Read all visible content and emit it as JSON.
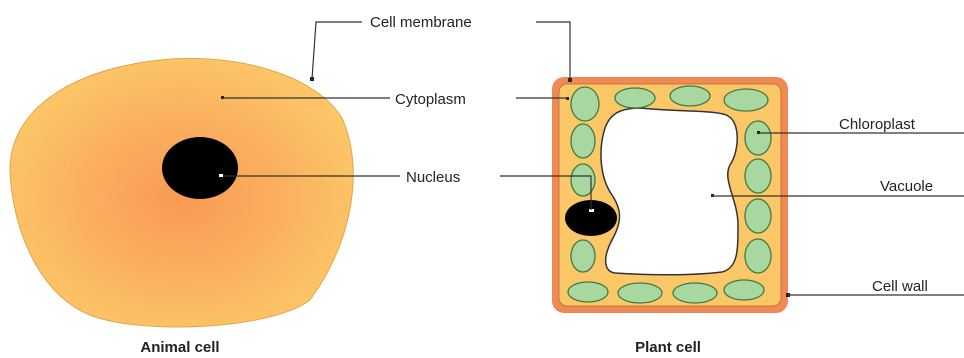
{
  "labels": {
    "cell_membrane": "Cell membrane",
    "cytoplasm": "Cytoplasm",
    "nucleus": "Nucleus",
    "chloroplast": "Chloroplast",
    "vacuole": "Vacuole",
    "cell_wall": "Cell wall"
  },
  "captions": {
    "animal": "Animal cell",
    "plant": "Plant cell"
  },
  "colors": {
    "cytoplasm_center": "#f89a52",
    "cytoplasm_edge": "#fcc767",
    "cell_wall": "#ef8a55",
    "nucleus": "#000000",
    "chloroplast_fill": "#a8d8a0",
    "chloroplast_stroke": "#3f7a45",
    "vacuole": "#ffffff"
  }
}
